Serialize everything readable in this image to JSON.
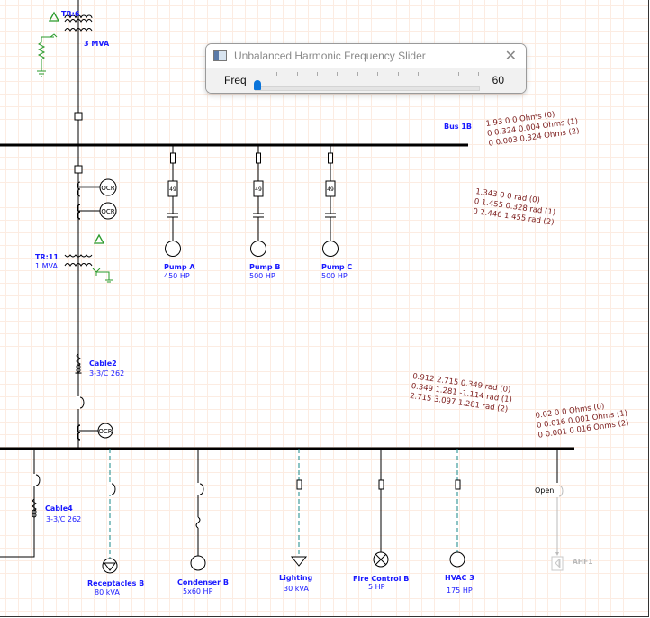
{
  "dialog": {
    "title": "Unbalanced Harmonic Frequency Slider",
    "close_icon": "close-icon",
    "slider_label": "Freq",
    "slider_value": "60",
    "slider_position_fraction": 0.0,
    "tick_count": 11
  },
  "diagram": {
    "transformers": [
      {
        "id": "TR:6",
        "rating": "3 MVA"
      },
      {
        "id": "TR:11",
        "rating": "1 MVA"
      }
    ],
    "bus": {
      "name": "Bus 1B"
    },
    "relay_label": "OCR",
    "fuse_relay_label": "49",
    "pumps": [
      {
        "name": "Pump A",
        "rating": "450 HP"
      },
      {
        "name": "Pump B",
        "rating": "500 HP"
      },
      {
        "name": "Pump C",
        "rating": "500 HP"
      }
    ],
    "cables": [
      {
        "name": "Cable2",
        "spec": "3-3/C 262"
      },
      {
        "name": "Cable4",
        "spec": "3-3/C 262"
      }
    ],
    "loads": [
      {
        "name": "Receptacles B",
        "rating": "80 kVA"
      },
      {
        "name": "Condenser B",
        "rating": "5x60 HP"
      },
      {
        "name": "Lighting",
        "rating": "30 kVA"
      },
      {
        "name": "Fire Control B",
        "rating": "5 HP"
      },
      {
        "name": "HVAC 3",
        "rating": "175 HP"
      }
    ],
    "open_label": "Open",
    "filter": {
      "name": "AHF1"
    },
    "results": {
      "bus1b_impedance": [
        "1.93 0 0 Ohms (0)",
        "0 0.324 0.004 Ohms (1)",
        "0 0.003 0.324 Ohms (2)"
      ],
      "bus1b_angle": [
        "1.343 0 0 rad (0)",
        "0 1.455 0.328 rad (1)",
        "0 2.446 1.455 rad (2)"
      ],
      "lower_angle": [
        "0.912 2.715 0.349 rad (0)",
        "0.349 1.281 -1.114 rad (1)",
        "2.715 3.097 1.281 rad (2)"
      ],
      "lower_impedance": [
        "0.02 0 0 Ohms (0)",
        "0 0.016 0.001 Ohms (1)",
        "0 0.001 0.016 Ohms (2)"
      ]
    }
  }
}
